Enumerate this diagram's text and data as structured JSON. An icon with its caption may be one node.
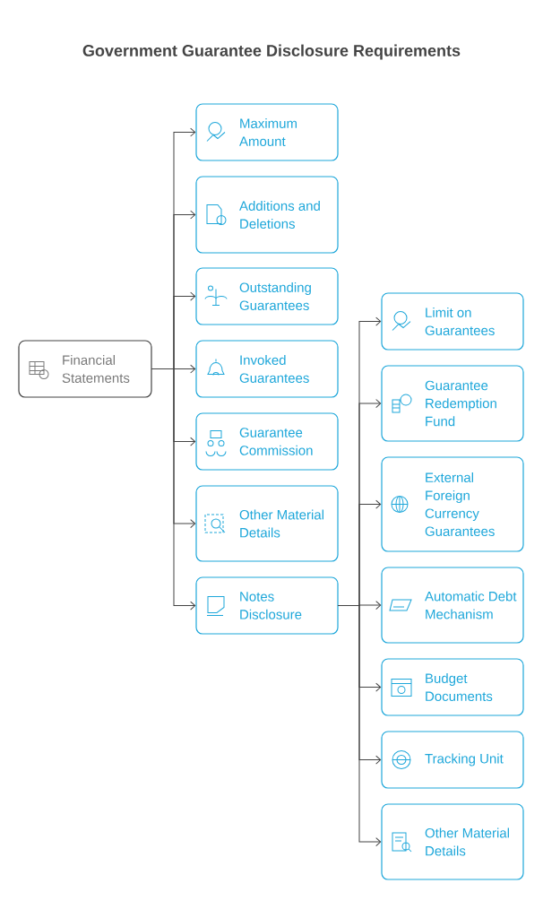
{
  "diagram": {
    "title": "Government Guarantee Disclosure Requirements",
    "nodes": [
      {
        "text": [
          "Financial Statements"
        ]
      },
      {
        "text": [
          "Maximum Amount"
        ]
      },
      {
        "text": [
          "Additions and Deletions"
        ]
      },
      {
        "text": [
          "Outstanding Guarantees"
        ]
      },
      {
        "text": [
          "Invoked Guarantees"
        ]
      },
      {
        "text": [
          "Guarantee Commission"
        ]
      },
      {
        "text": [
          "Other Material Details"
        ]
      },
      {
        "text": [
          "Notes Disclosure"
        ]
      },
      {
        "text": [
          "Limit on Guarantees"
        ]
      },
      {
        "text": [
          "Guarantee Redemption Fund"
        ]
      },
      {
        "text": [
          "External Foreign Currency Guarantees"
        ]
      },
      {
        "text": [
          "Automatic Debt Mechanism"
        ]
      },
      {
        "text": [
          "Budget Documents"
        ]
      },
      {
        "text": [
          "Tracking Unit"
        ]
      },
      {
        "text": [
          "Other Material Details"
        ]
      }
    ],
    "edges": [
      {
        "from": 0,
        "to": 1,
        "arrow": "to"
      },
      {
        "from": 0,
        "to": 2,
        "arrow": "to"
      },
      {
        "from": 0,
        "to": 3,
        "arrow": "to"
      },
      {
        "from": 0,
        "to": 4,
        "arrow": "to"
      },
      {
        "from": 0,
        "to": 5,
        "arrow": "to"
      },
      {
        "from": 0,
        "to": 6,
        "arrow": "to"
      },
      {
        "from": 0,
        "to": 7,
        "arrow": "to"
      },
      {
        "from": 7,
        "to": 8,
        "arrow": "to"
      },
      {
        "from": 7,
        "to": 9,
        "arrow": "to"
      },
      {
        "from": 7,
        "to": 10,
        "arrow": "to"
      },
      {
        "from": 7,
        "to": 11,
        "arrow": "to"
      },
      {
        "from": 7,
        "to": 12,
        "arrow": "to"
      },
      {
        "from": 7,
        "to": 13,
        "arrow": "to"
      },
      {
        "from": 7,
        "to": 14,
        "arrow": "to"
      }
    ]
  }
}
